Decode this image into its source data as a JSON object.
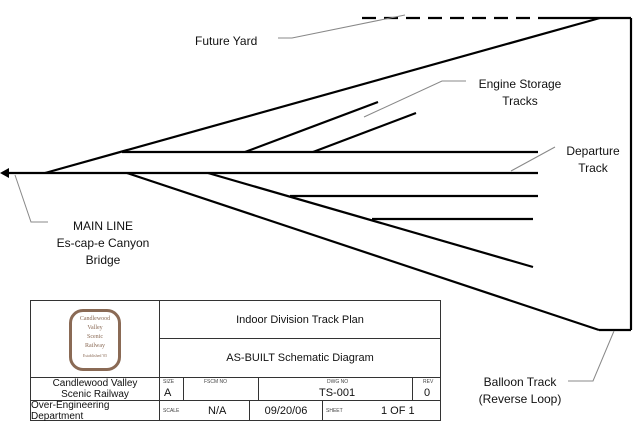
{
  "labels": {
    "future_yard": "Future Yard",
    "engine_storage": [
      "Engine Storage",
      "Tracks"
    ],
    "departure": [
      "Departure",
      "Track"
    ],
    "main_line": [
      "MAIN LINE",
      "Es-cap-e Canyon",
      "Bridge"
    ],
    "balloon": [
      "Balloon Track",
      "(Reverse Loop)"
    ]
  },
  "title_block": {
    "logo_text": [
      "Candlewood",
      "Valley",
      "Scenic",
      "Railway",
      "Established '05"
    ],
    "title": "Indoor Division Track Plan",
    "subtitle": "AS-BUILT Schematic Diagram",
    "company": [
      "Candlewood Valley",
      "Scenic Railway"
    ],
    "department": "Over-Engineering Department",
    "size_label": "SIZE",
    "size": "A",
    "fscm_label": "FSCM NO",
    "dwg_label": "DWG NO",
    "dwg": "TS-001",
    "rev_label": "REV",
    "rev": "0",
    "scale_label": "SCALE",
    "scale": "N/A",
    "date": "09/20/06",
    "sheet_label": "SHEET",
    "sheet": "1 OF 1"
  },
  "colors": {
    "track": "#000000",
    "leader": "#888888",
    "logo": "#8a6a55"
  }
}
